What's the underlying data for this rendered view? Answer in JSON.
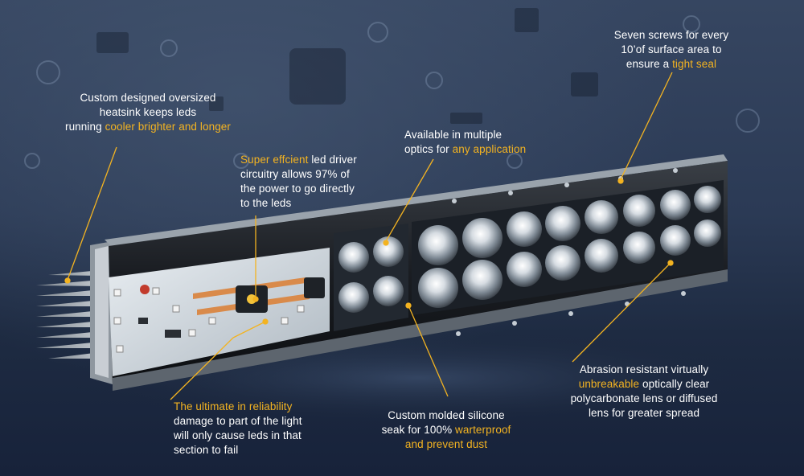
{
  "colors": {
    "accent": "#f3b321",
    "text": "#ffffff"
  },
  "callouts": {
    "heatsink": {
      "lines": [
        {
          "pre": "Custom designed oversized",
          "hl": "",
          "post": ""
        },
        {
          "pre": "heatsink keeps leds",
          "hl": "",
          "post": ""
        },
        {
          "pre": "running ",
          "hl": "cooler brighter and longer",
          "post": ""
        }
      ]
    },
    "driver": {
      "lines": [
        {
          "pre": "",
          "hl": "Super effcient",
          "post": " led driver"
        },
        {
          "pre": "circuitry allows 97% of",
          "hl": "",
          "post": ""
        },
        {
          "pre": "the power to go directly",
          "hl": "",
          "post": ""
        },
        {
          "pre": "to the leds",
          "hl": "",
          "post": ""
        }
      ]
    },
    "optics": {
      "lines": [
        {
          "pre": "Available in multiple",
          "hl": "",
          "post": ""
        },
        {
          "pre": "optics for ",
          "hl": "any application",
          "post": ""
        }
      ]
    },
    "screws": {
      "lines": [
        {
          "pre": "Seven screws for every",
          "hl": "",
          "post": ""
        },
        {
          "pre": "10’of surface area to",
          "hl": "",
          "post": ""
        },
        {
          "pre": "ensure a ",
          "hl": "tight seal",
          "post": ""
        }
      ]
    },
    "reliability": {
      "lines": [
        {
          "pre": "",
          "hl": "The ultimate in reliability",
          "post": ""
        },
        {
          "pre": "damage to part of the light",
          "hl": "",
          "post": ""
        },
        {
          "pre": "will only cause leds in that",
          "hl": "",
          "post": ""
        },
        {
          "pre": "section to fail",
          "hl": "",
          "post": ""
        }
      ]
    },
    "silicone": {
      "lines": [
        {
          "pre": "Custom molded silicone",
          "hl": "",
          "post": ""
        },
        {
          "pre": "seak for 100% ",
          "hl": "warterproof",
          "post": ""
        },
        {
          "pre": "",
          "hl": "and prevent dust",
          "post": ""
        }
      ]
    },
    "lens": {
      "lines": [
        {
          "pre": "Abrasion resistant virtually",
          "hl": "",
          "post": ""
        },
        {
          "pre": "",
          "hl": "unbreakable",
          "post": " optically clear"
        },
        {
          "pre": "polycarbonate lens or diffused",
          "hl": "",
          "post": ""
        },
        {
          "pre": "lens for greater spread",
          "hl": "",
          "post": ""
        }
      ]
    }
  }
}
